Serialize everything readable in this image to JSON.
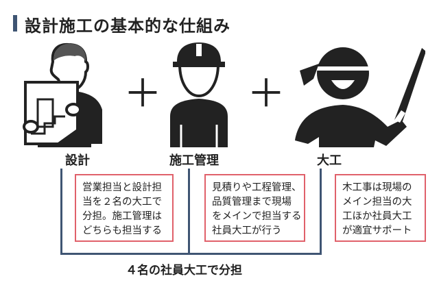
{
  "title": "設計施工の基本的な仕組み",
  "roles": [
    {
      "label": "設計",
      "icon": "designer-with-blueprint-icon",
      "description": "営業担当と設計担\n当を２名の大工で\n分担。施工管理は\nどちらも担当する"
    },
    {
      "label": "施工管理",
      "icon": "construction-manager-hardhat-icon",
      "description": "見積りや工程管理、\n品質管理まで現場\nをメインで担当する\n社員大工が行う"
    },
    {
      "label": "大工",
      "icon": "carpenter-with-saw-icon",
      "description": "木工事は現場の\nメイン担当の大\n工ほか社員大工\nが適宜サポート"
    }
  ],
  "plus_symbol": "＋",
  "bracket_caption": "４名の社員大工で分担",
  "colors": {
    "accent": "#3f5573",
    "box_border": "#e0606a"
  }
}
